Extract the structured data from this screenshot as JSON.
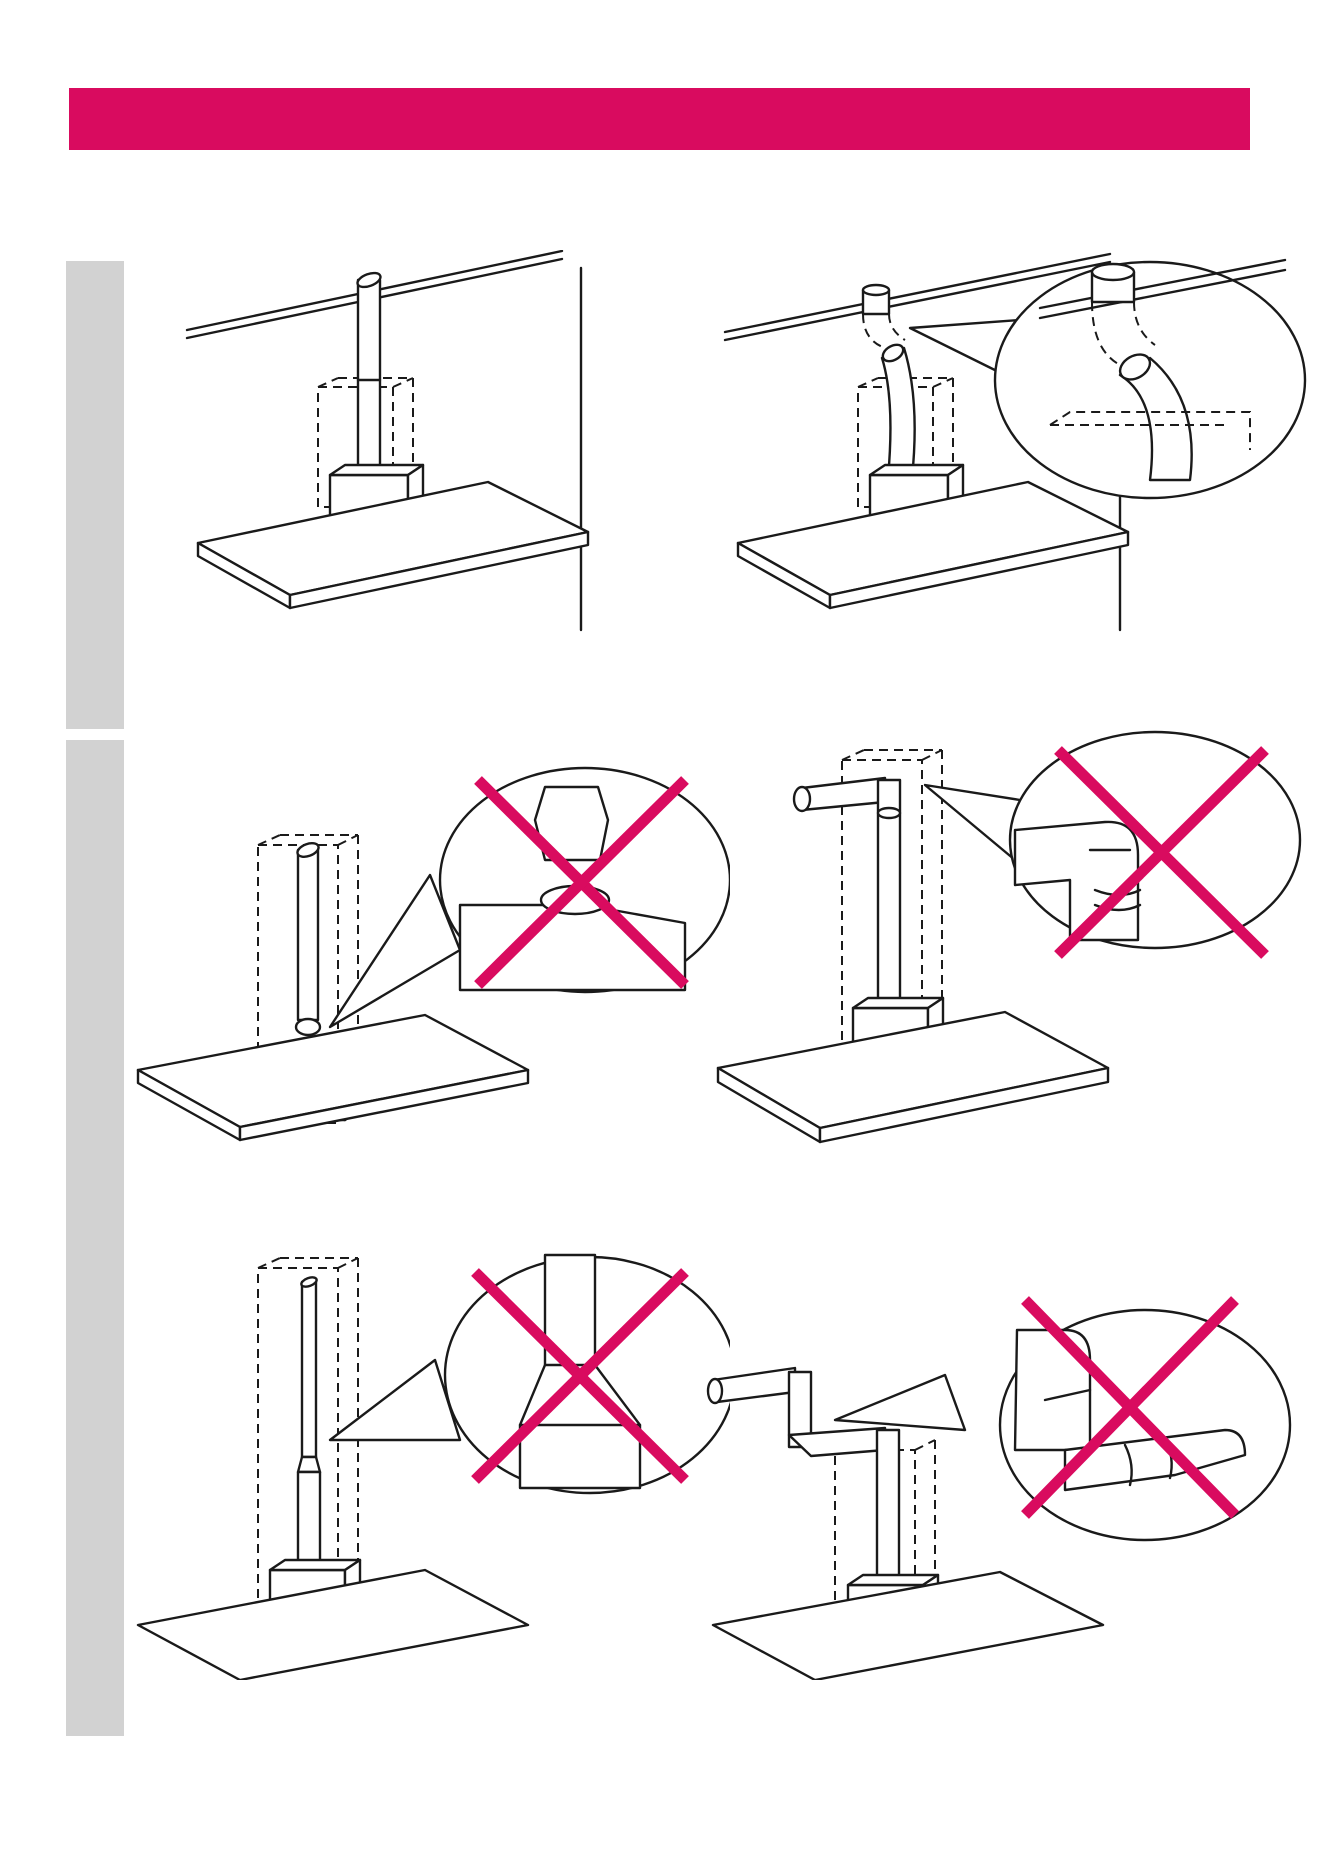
{
  "colors": {
    "header_bar": "#d90b5f",
    "side_tab": "#d2d2d2",
    "x_mark": "#d90b5f",
    "line": "#1a1a1a"
  },
  "figures": [
    {
      "id": "fig-1",
      "status": "correct",
      "icon": "straight-pipe-through-ceiling"
    },
    {
      "id": "fig-2",
      "status": "correct",
      "icon": "curved-pipe-with-detail"
    },
    {
      "id": "fig-3",
      "status": "incorrect",
      "icon": "pipe-detached-from-unit",
      "mark": "x-mark-icon"
    },
    {
      "id": "fig-4",
      "status": "incorrect",
      "icon": "pipe-bent-with-kink",
      "mark": "x-mark-icon"
    },
    {
      "id": "fig-5",
      "status": "incorrect",
      "icon": "pipe-narrowed-connection",
      "mark": "x-mark-icon"
    },
    {
      "id": "fig-6",
      "status": "incorrect",
      "icon": "pipe-too-many-bends",
      "mark": "x-mark-icon"
    }
  ]
}
